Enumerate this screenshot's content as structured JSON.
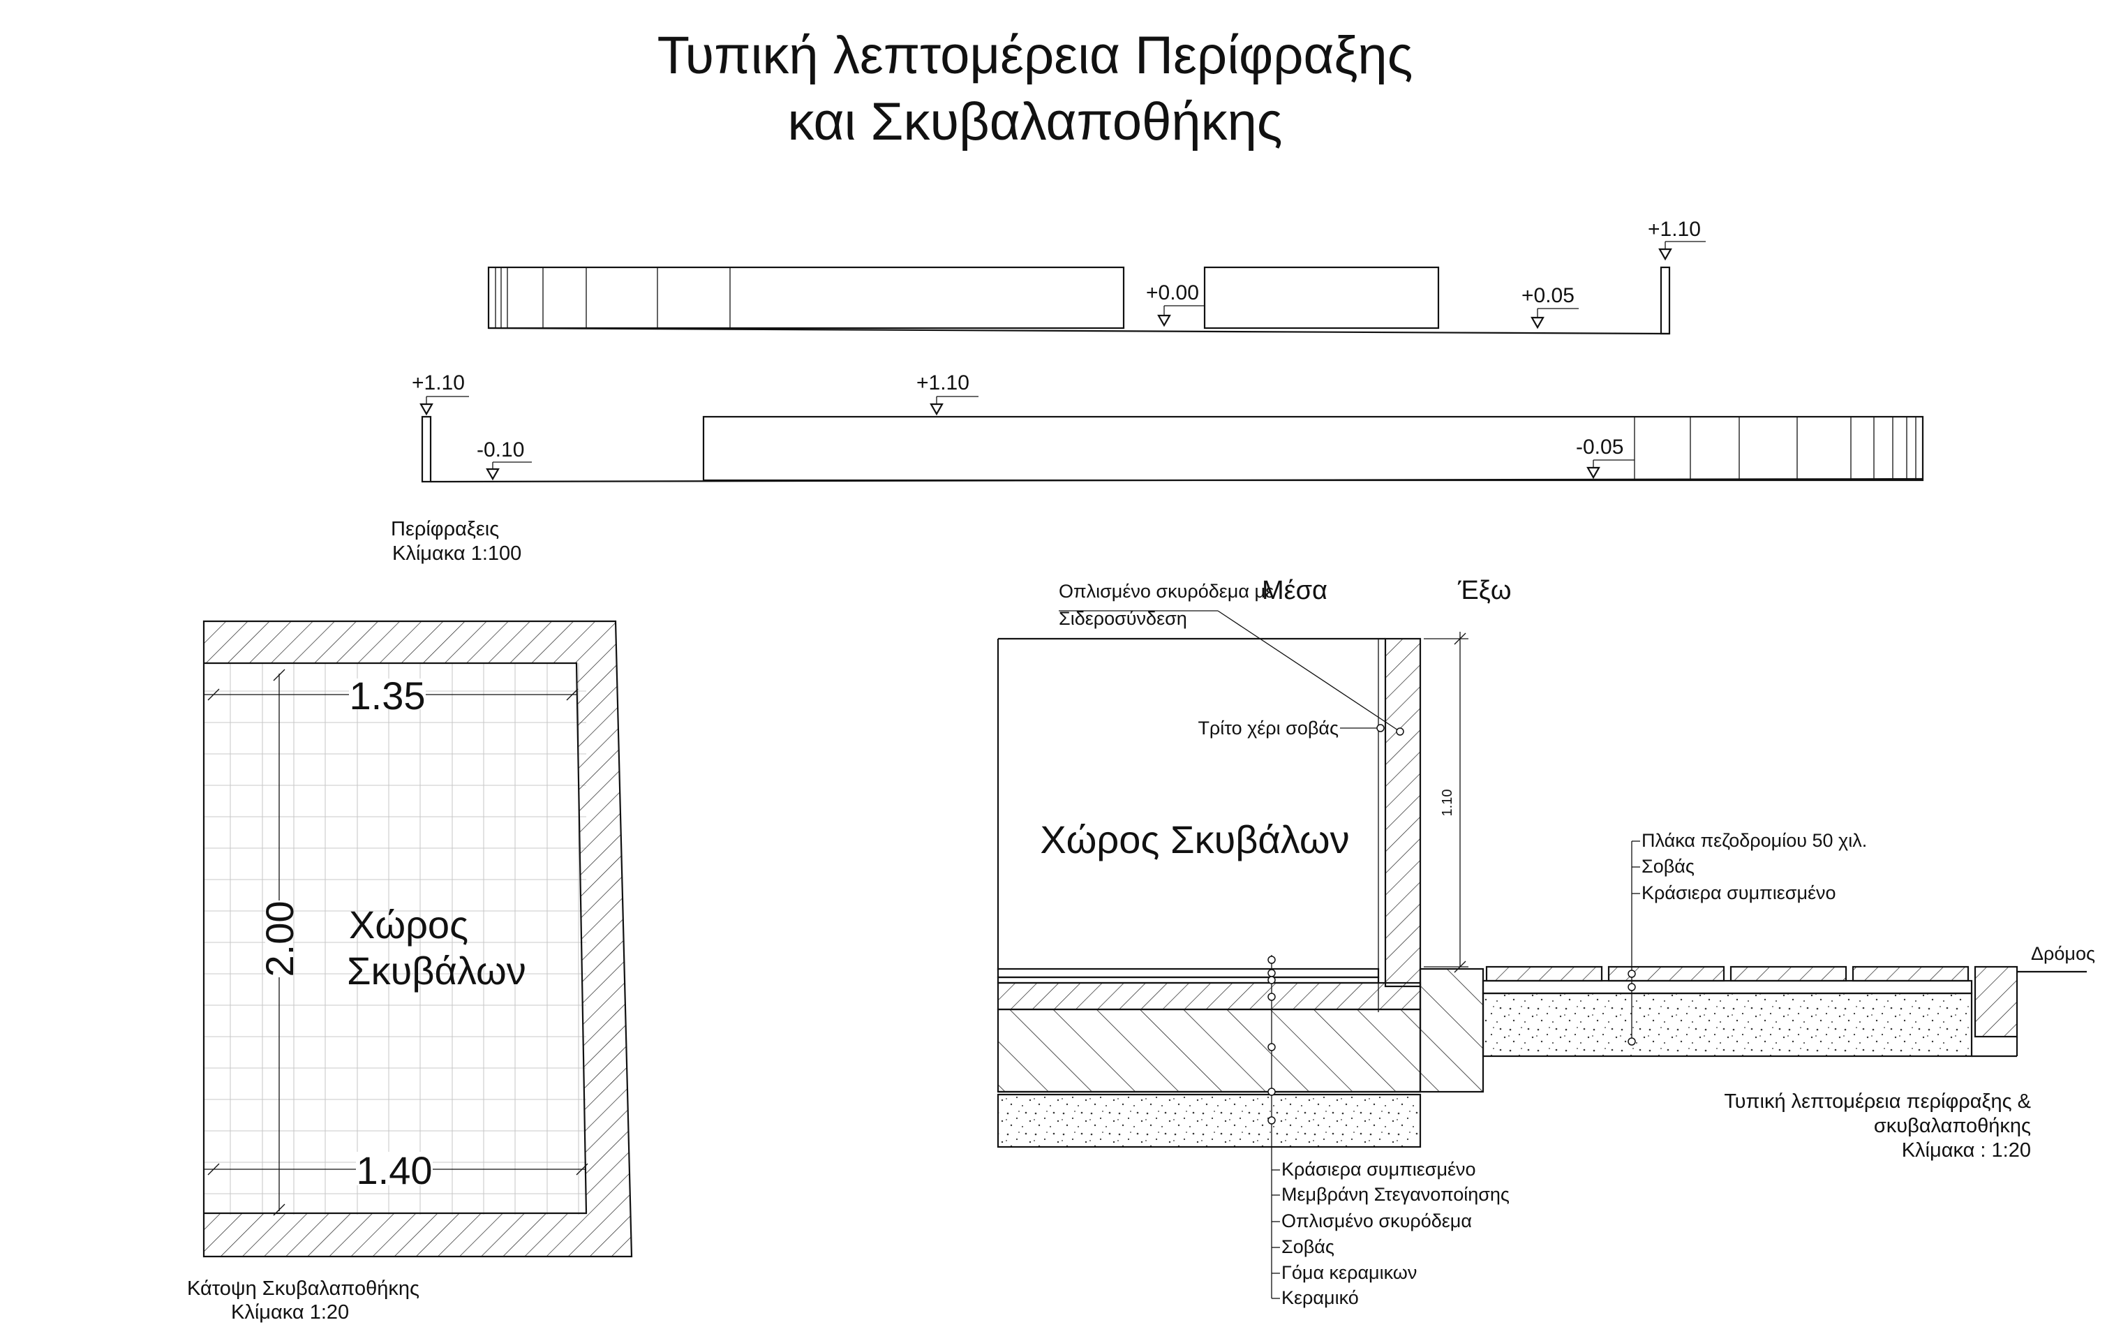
{
  "title": {
    "line1": "Τυπική λεπτομέρεια Περίφραξης",
    "line2": "και Σκυβαλαποθήκης"
  },
  "elevations": {
    "top_levels": [
      "+0.00",
      "+0.05",
      "+1.10"
    ],
    "bottom_levels": [
      "+1.10",
      "-0.10",
      "+1.10",
      "-0.05"
    ],
    "caption_line1": "Περίφραξεις",
    "caption_line2": "Κλίμακα 1:100"
  },
  "plan": {
    "room_label_line1": "Χώρος",
    "room_label_line2": "Σκυβάλων",
    "dim_top": "1.35",
    "dim_bottom": "1.40",
    "dim_height": "2.00",
    "caption_line1": "Κάτοψη Σκυβαλαποθήκης",
    "caption_line2": "Κλίμακα 1:20"
  },
  "section": {
    "inside_label": "Μέσα",
    "outside_label": "Έξω",
    "room_label": "Χώρος Σκυβάλων",
    "road_label": "Δρόμος",
    "wall_height_dim": "1.10",
    "wall_callout_line1": "Οπλισμένο σκυρόδεμα με",
    "wall_callout_line2": "Σιδεροσύνδεση",
    "plaster_callout": "Τρίτο χέρι σοβάς",
    "sidewalk_layers": [
      "Πλάκα πεζοδρομίου 50 χιλ.",
      "Σοβάς",
      "Κράσιερα συμπιεσμένο"
    ],
    "floor_layers": [
      "Κράσιερα συμπιεσμένο",
      "Μεμβράνη Στεγανοποίησης",
      "Οπλισμένο σκυρόδεμα",
      "Σοβάς",
      "Γόμα κεραμικων",
      "Κεραμικό"
    ],
    "caption_line1": "Τυπική λεπτομέρεια περίφραξης &",
    "caption_line2": "σκυβαλαποθήκης",
    "caption_line3": "Κλίμακα : 1:20"
  }
}
